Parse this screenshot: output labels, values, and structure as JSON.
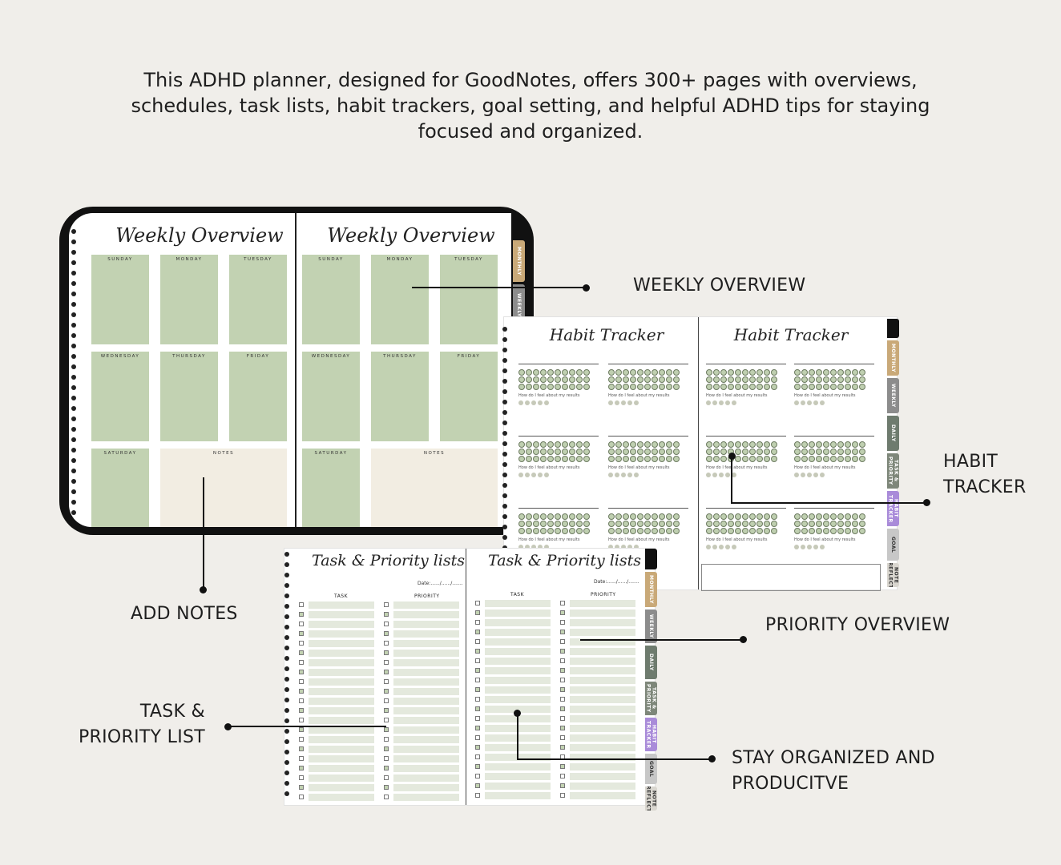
{
  "intro": {
    "line1": "This ADHD planner, designed for GoodNotes, offers 300+ pages with overviews,",
    "line2": "schedules, task lists, habit trackers, goal setting, and helpful ADHD tips for staying",
    "line3": "focused and organized."
  },
  "weekly": {
    "title_left": "Weekly Overview",
    "title_right": "Weekly Overview",
    "days": [
      "SUNDAY",
      "MONDAY",
      "TUESDAY",
      "WEDNESDAY",
      "THURSDAY",
      "FRIDAY",
      "SATURDAY"
    ],
    "notes_label": "NOTES",
    "tabs": [
      "MONTHLY",
      "WEEKLY"
    ]
  },
  "habit": {
    "title_left": "Habit Tracker",
    "title_right": "Habit Tracker",
    "question": "How do I feel about my results",
    "tabs": [
      "MONTHLY",
      "WEEKLY",
      "DAILY",
      "TASK & PRIORITY",
      "HABIT TRACKER",
      "GOAL",
      "NOTE REFLECT"
    ]
  },
  "task": {
    "title_left": "Task & Priority lists",
    "title_right": "Task & Priority lists",
    "date_label": "Date:....../....../.......",
    "col_task": "TASK",
    "col_priority": "PRIORITY",
    "tabs": [
      "MONTHLY",
      "WEEKLY",
      "DAILY",
      "TASK & PRIORITY",
      "HABIT TRACKER",
      "GOAL",
      "NOTE REFLECT"
    ]
  },
  "callouts": {
    "weekly": "WEEKLY OVERVIEW",
    "habit_1": "HABIT",
    "habit_2": "TRACKER",
    "notes": "ADD NOTES",
    "priority": "PRIORITY OVERVIEW",
    "tasklist_1": "TASK &",
    "tasklist_2": "PRIORITY LIST",
    "organized_1": "STAY ORGANIZED AND",
    "organized_2": "PRODUCITVE"
  },
  "colors": {
    "background": "#f0eeea",
    "sage": "#c2d2b2",
    "notes": "#f2ede2",
    "tab_monthly": "#c9a978",
    "tab_weekly": "#8c8c8c",
    "tab_daily": "#6e7b6e",
    "tab_habit": "#a98bd9"
  }
}
